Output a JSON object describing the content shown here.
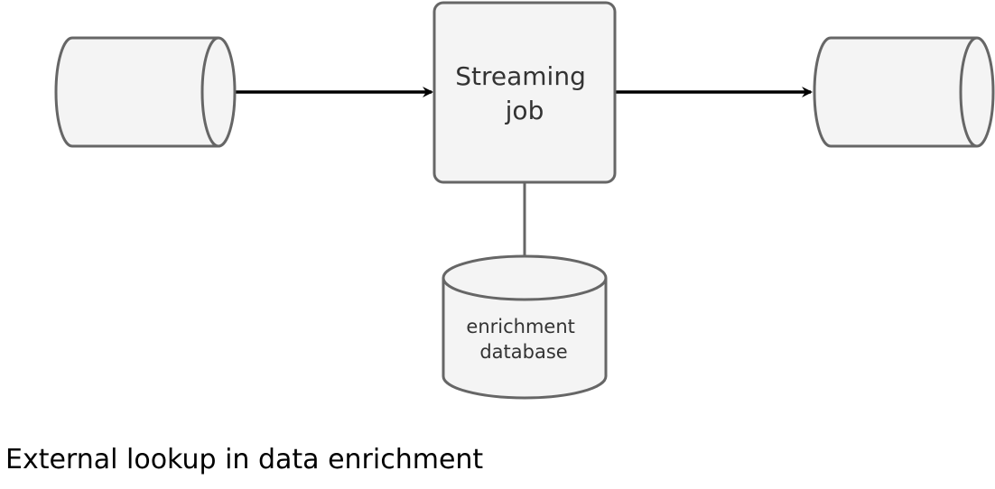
{
  "diagram": {
    "nodes": {
      "input_queue": {
        "shape": "horizontal-cylinder",
        "label": ""
      },
      "streaming_job": {
        "shape": "rounded-rectangle",
        "label_lines": [
          "Streaming",
          "job"
        ]
      },
      "output_queue": {
        "shape": "horizontal-cylinder",
        "label": ""
      },
      "enrichment_db": {
        "shape": "database-cylinder",
        "label_lines": [
          "enrichment",
          "database"
        ]
      }
    },
    "edges": [
      {
        "from": "input_queue",
        "to": "streaming_job",
        "style": "arrow"
      },
      {
        "from": "streaming_job",
        "to": "output_queue",
        "style": "arrow"
      },
      {
        "from": "streaming_job",
        "to": "enrichment_db",
        "style": "line"
      }
    ],
    "colors": {
      "fill": "#f4f4f4",
      "stroke": "#666666",
      "arrow": "#000000",
      "text": "#333333"
    }
  },
  "caption": "External lookup in data enrichment"
}
